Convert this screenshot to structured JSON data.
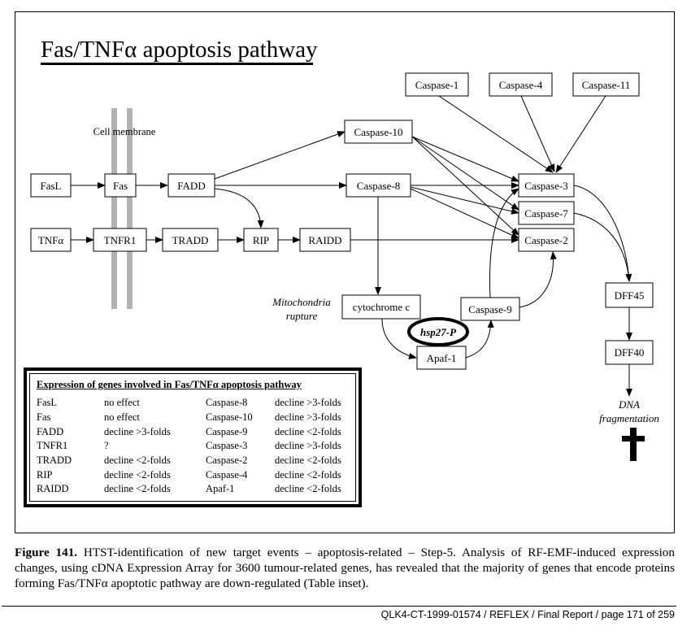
{
  "title": "Fas/TNFα apoptosis pathway",
  "labels": {
    "cell_membrane": "Cell membrane",
    "mitochondria_line1": "Mitochondria",
    "mitochondria_line2": "rupture",
    "dna_line1": "DNA",
    "dna_line2": "fragmentation"
  },
  "nodes": {
    "fasl": "FasL",
    "fas": "Fas",
    "fadd": "FADD",
    "tnfa": "TNFα",
    "tnfr1": "TNFR1",
    "tradd": "TRADD",
    "rip": "RIP",
    "raidd": "RAIDD",
    "caspase1": "Caspase-1",
    "caspase4": "Caspase-4",
    "caspase11": "Caspase-11",
    "caspase10": "Caspase-10",
    "caspase8": "Caspase-8",
    "caspase3": "Caspase-3",
    "caspase7": "Caspase-7",
    "caspase2": "Caspase-2",
    "cytochrome_c": "cytochrome c",
    "caspase9": "Caspase-9",
    "hsp27p": "hsp27-P",
    "apaf1": "Apaf-1",
    "dff45": "DFF45",
    "dff40": "DFF40"
  },
  "table": {
    "title": "Expression of genes involved in Fas/TNFα apoptosis pathway",
    "rows": [
      [
        "FasL",
        "no effect",
        "Caspase-8",
        "decline >3-folds"
      ],
      [
        "Fas",
        "no effect",
        "Caspase-10",
        "decline >3-folds"
      ],
      [
        "FADD",
        "decline >3-folds",
        "Caspase-9",
        "decline <2-folds"
      ],
      [
        "TNFR1",
        "?",
        "Caspase-3",
        "decline >3-folds"
      ],
      [
        "TRADD",
        "decline <2-folds",
        "Caspase-2",
        "decline <2-folds"
      ],
      [
        "RIP",
        "decline <2-folds",
        "Caspase-4",
        "decline <2-folds"
      ],
      [
        "RAIDD",
        "decline <2-folds",
        "Apaf-1",
        "decline <2-folds"
      ]
    ]
  },
  "caption": {
    "label": "Figure 141.",
    "text": " HTST-identification of new target events – apoptosis-related – Step-5. Analysis of RF-EMF-induced expression changes, using cDNA Expression Array for 3600 tumour-related genes, has revealed that the majority of genes that encode proteins forming Fas/TNFα apoptotic pathway are down-regulated (Table inset)."
  },
  "footer": "QLK4-CT-1999-01574 / REFLEX / Final Report / page 171 of 259"
}
